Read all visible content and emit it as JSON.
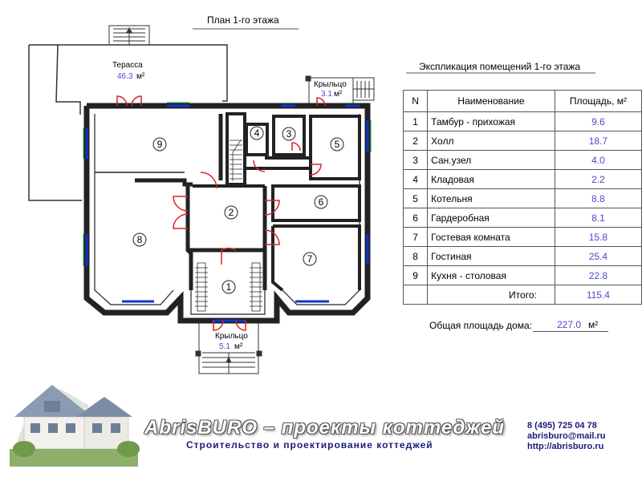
{
  "plan_title": "План 1-го этажа",
  "labels": {
    "terrace": "Терасса",
    "terrace_area": "46.3",
    "porch_top": "Крыльцо",
    "porch_top_area": "3.1",
    "porch_bottom": "Крыльцо",
    "porch_bottom_area": "5.1",
    "unit": "м²"
  },
  "rooms": [
    "1",
    "2",
    "3",
    "4",
    "5",
    "6",
    "7",
    "8",
    "9"
  ],
  "explication": {
    "title": "Экспликация помещений 1-го этажа",
    "headers": {
      "n": "N",
      "name": "Наименование",
      "area": "Площадь, м²"
    },
    "rows": [
      {
        "n": "1",
        "name": "Тамбур - прихожая",
        "area": "9.6"
      },
      {
        "n": "2",
        "name": "Холл",
        "area": "18.7"
      },
      {
        "n": "3",
        "name": "Сан.узел",
        "area": "4.0"
      },
      {
        "n": "4",
        "name": "Кладовая",
        "area": "2.2"
      },
      {
        "n": "5",
        "name": "Котельня",
        "area": "8.8"
      },
      {
        "n": "6",
        "name": "Гардеробная",
        "area": "8.1"
      },
      {
        "n": "7",
        "name": "Гостевая комната",
        "area": "15.8"
      },
      {
        "n": "8",
        "name": "Гостиная",
        "area": "25.4"
      },
      {
        "n": "9",
        "name": "Кухня - столовая",
        "area": "22.8"
      }
    ],
    "total_label": "Итого:",
    "total_value": "115.4"
  },
  "house_total": {
    "label": "Общая площадь дома:",
    "value": "227.0",
    "unit": "м²"
  },
  "brand": {
    "name": "AbrisBURO – проекты коттеджей",
    "tagline": "Строительство и проектирование коттеджей",
    "phone": "8 (495) 725 04 78",
    "email": "abrisburo@mail.ru",
    "website": "http://abrisburo.ru"
  },
  "colors": {
    "wall": "#222222",
    "door": "#dd2222",
    "window": "#1133cc",
    "area_text": "#4a4acb",
    "brand_text": "#1a1a7a"
  }
}
